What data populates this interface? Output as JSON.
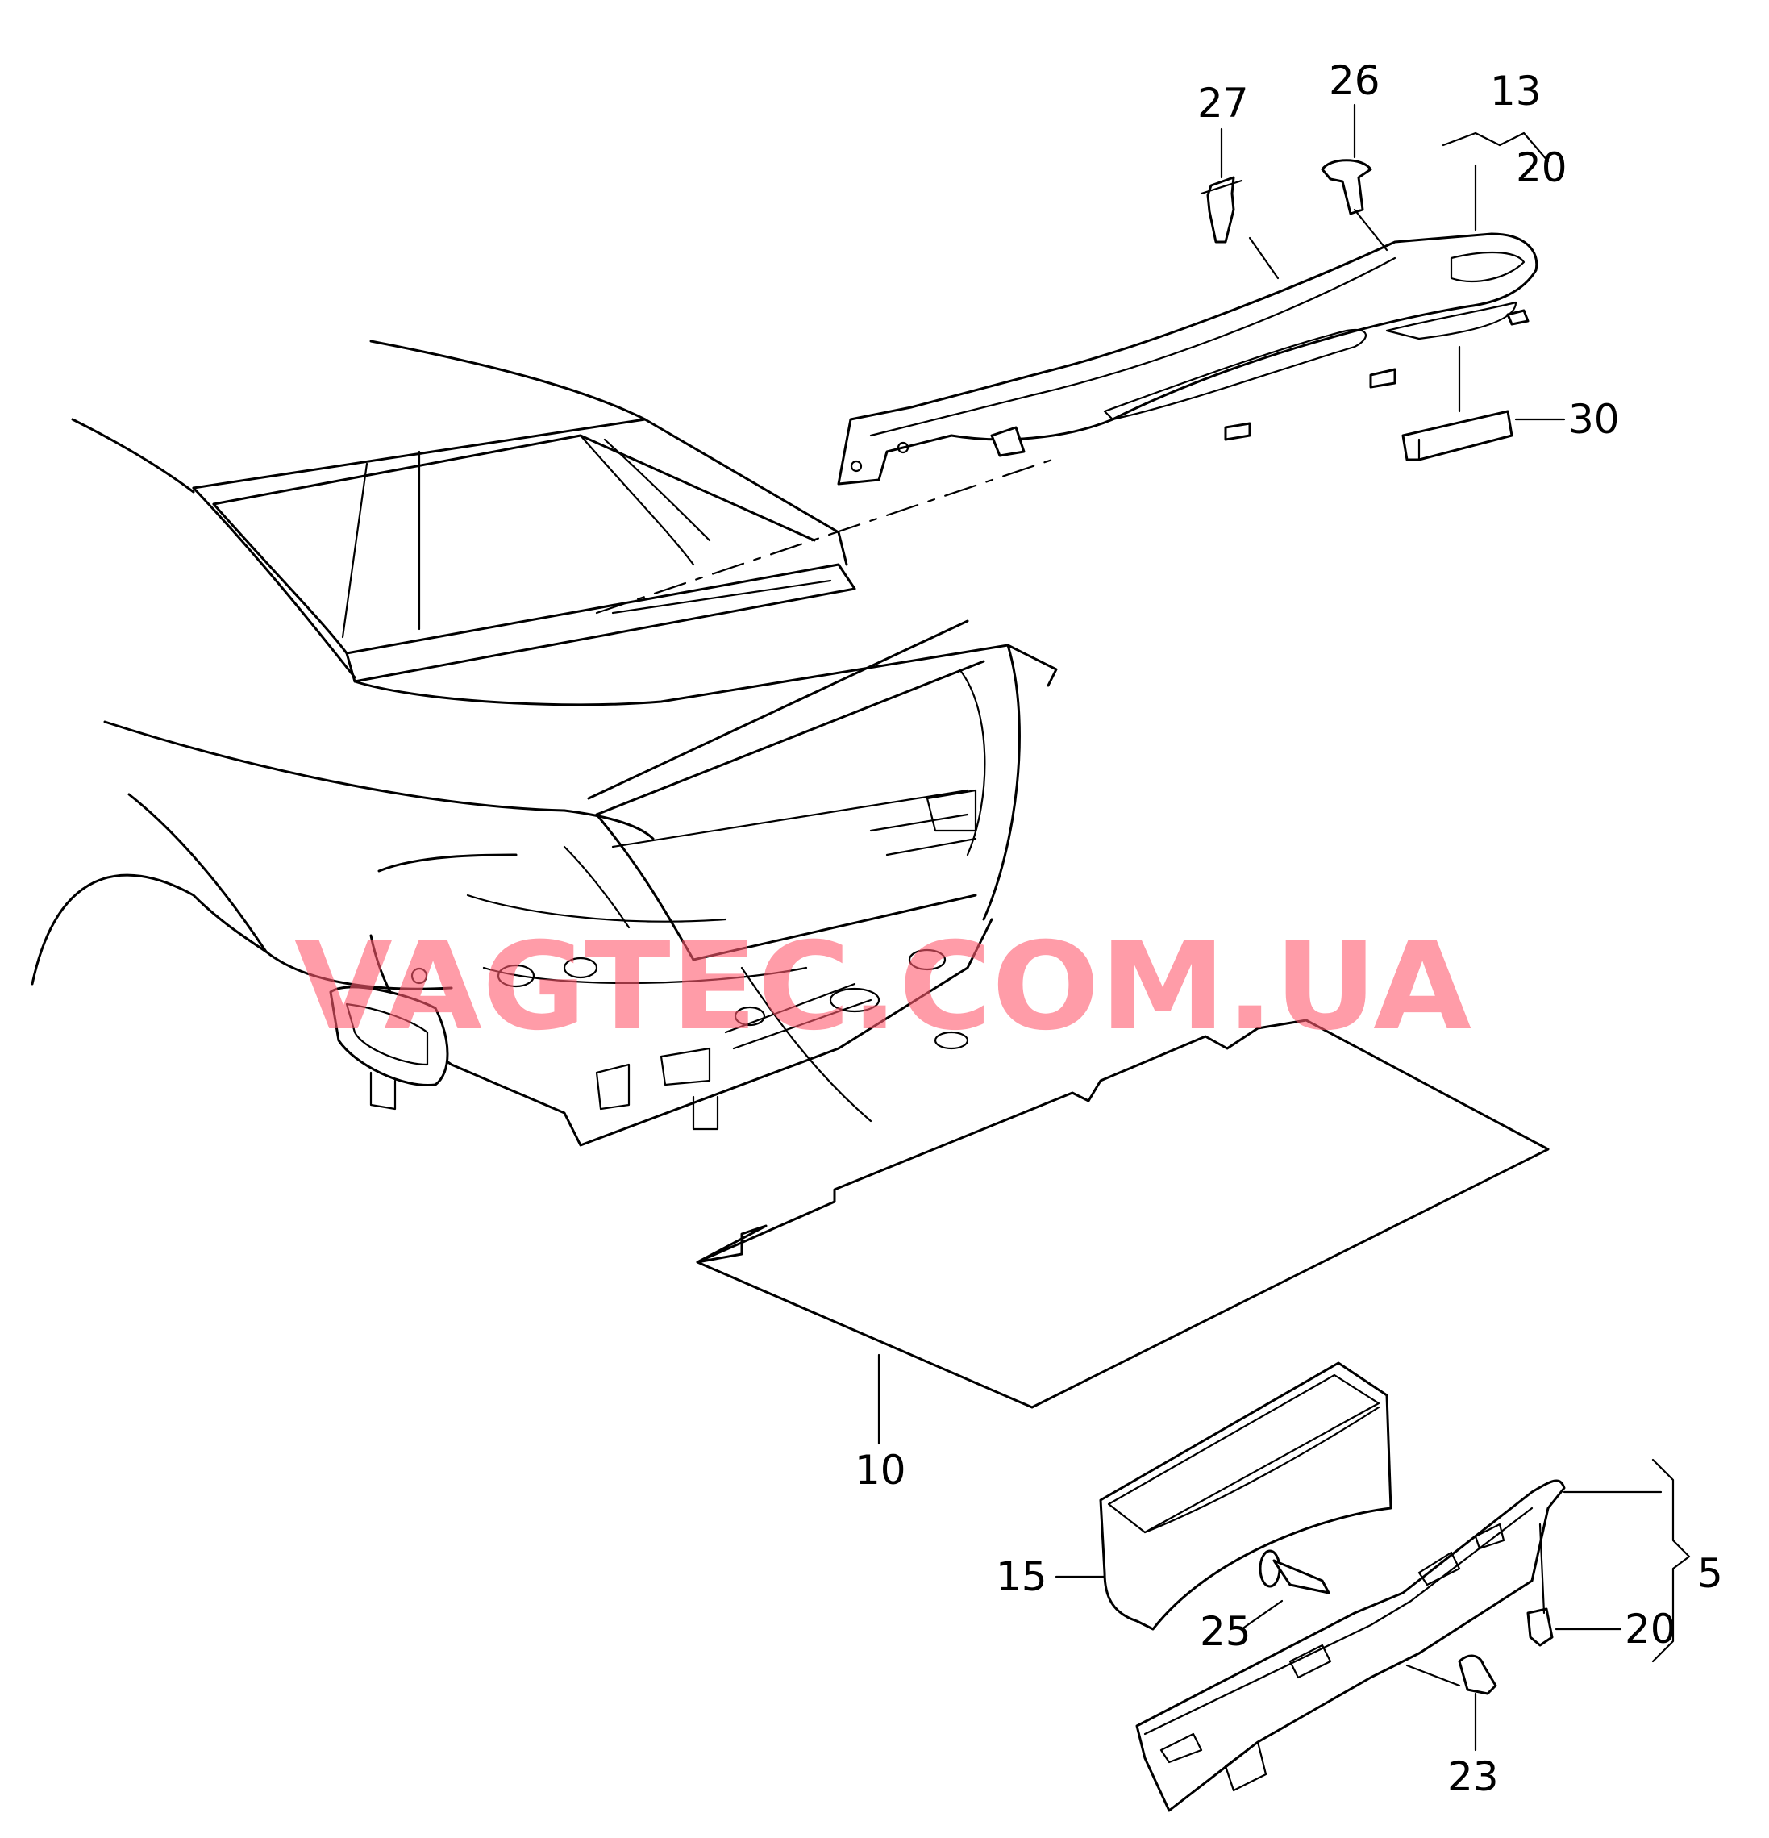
{
  "callouts": {
    "c27": "27",
    "c26": "26",
    "c13": "13",
    "c20_top": "20",
    "c30": "30",
    "c10": "10",
    "c15": "15",
    "c25": "25",
    "c5": "5",
    "c20_bottom": "20",
    "c23": "23"
  },
  "watermark": "VAGTEC.COM.UA"
}
